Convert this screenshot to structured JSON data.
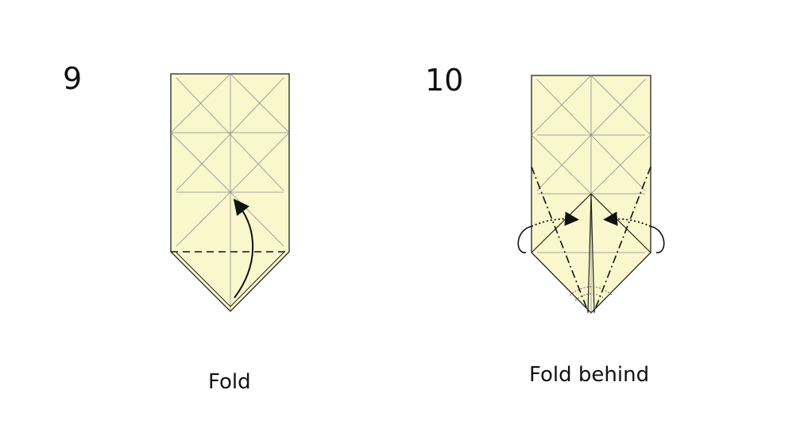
{
  "steps": [
    {
      "number": "9",
      "caption": "Fold"
    },
    {
      "number": "10",
      "caption": "Fold behind"
    }
  ],
  "colors": {
    "paper": "#faf7cc",
    "crease": "#8a8a8a",
    "outline": "#222222",
    "arrow": "#111111"
  }
}
